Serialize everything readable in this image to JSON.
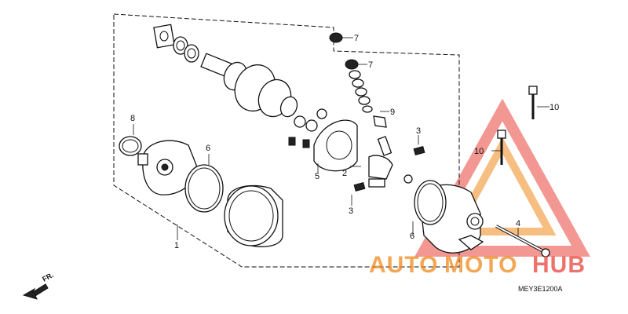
{
  "diagram": {
    "callouts": [
      {
        "id": "1",
        "label": "1"
      },
      {
        "id": "2",
        "label": "2"
      },
      {
        "id": "3a",
        "label": "3"
      },
      {
        "id": "3b",
        "label": "3"
      },
      {
        "id": "4",
        "label": "4"
      },
      {
        "id": "5",
        "label": "5"
      },
      {
        "id": "6a",
        "label": "6"
      },
      {
        "id": "6b",
        "label": "6"
      },
      {
        "id": "7a",
        "label": "7"
      },
      {
        "id": "7b",
        "label": "7"
      },
      {
        "id": "8",
        "label": "8"
      },
      {
        "id": "9",
        "label": "9"
      },
      {
        "id": "10a",
        "label": "10"
      },
      {
        "id": "10b",
        "label": "10"
      }
    ],
    "diagram_code": "MEY3E1200A",
    "direction_label": "FR.",
    "watermark": {
      "part1": "AUTO",
      "part2": "MOTO",
      "part3": "HUB",
      "color_primary": "#f08a1c",
      "color_secondary": "#e8433a"
    }
  }
}
